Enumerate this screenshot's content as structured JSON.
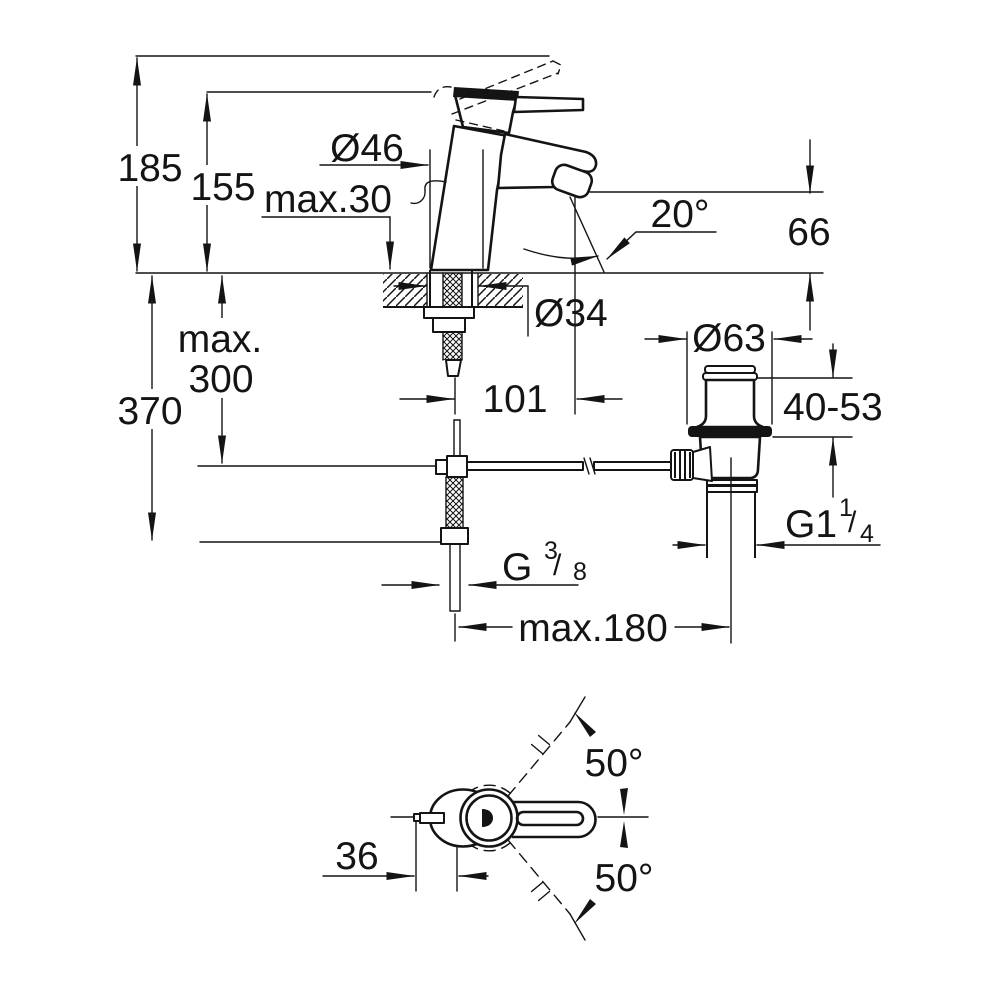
{
  "colors": {
    "line": "#141414",
    "background": "#ffffff"
  },
  "main_view": {
    "overall_height": "185",
    "faucet_height": "155",
    "max_deck_thickness": "max.30",
    "base_diameter": "Ø46",
    "aerator_angle": "20°",
    "spout_outlet_height": "66",
    "mounting_depth_prefix": "max.",
    "mounting_depth_value": "300",
    "hose_length": "370",
    "hole_diameter": "Ø34",
    "spout_reach": "101",
    "waste_flange_diameter": "Ø63",
    "waste_adjust_range": "40-53",
    "waste_thread": {
      "base": "G1",
      "sup": "1",
      "slash": "/",
      "sub": "4"
    },
    "supply_thread": {
      "base": "G",
      "sup": "3",
      "slash": "/",
      "sub": "8"
    },
    "max_center_distance": "max.180"
  },
  "top_view": {
    "swing_angle_upper": "50°",
    "swing_angle_lower": "50°",
    "handle_offset": "36"
  }
}
